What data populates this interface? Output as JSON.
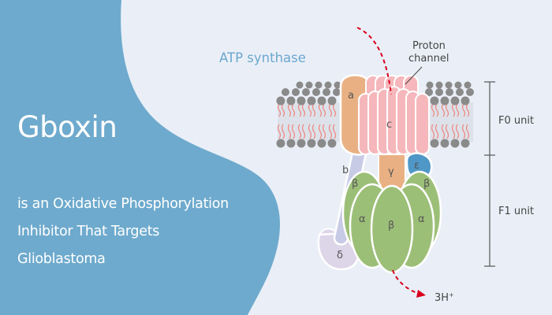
{
  "hero": {
    "title": "Gboxin",
    "subtitle_lines": [
      "is an Oxidative Phosphorylation",
      "Inhibitor That Targets",
      "Glioblastoma"
    ]
  },
  "diagram": {
    "title": "ATP synthase",
    "proton_channel_label": [
      "Proton",
      "channel"
    ],
    "units": {
      "f0": "F0 unit",
      "f1": "F1 unit"
    },
    "subunits": {
      "a": "a",
      "b": "b",
      "c": "c",
      "gamma": "γ",
      "epsilon": "ε",
      "delta": "δ",
      "alpha_left": "α",
      "alpha_right": "α",
      "beta_left": "β",
      "beta_right": "β",
      "beta_center": "β"
    },
    "product_label": "3H",
    "product_superscript": "+"
  },
  "colors": {
    "background": "#eaeff7",
    "blob": "#6eaacd",
    "title_blue": "#6ba7cf",
    "c_ring": "#f5b7bb",
    "a_subunit": "#e9b183",
    "gamma": "#e9b183",
    "b_stalk": "#c8cbe6",
    "delta": "#ddd5e8",
    "epsilon": "#4f97c6",
    "f1_green": "#9cbf78",
    "lipid_head": "#8a8a8a",
    "lipid_tail": "#ee8a84",
    "arrow_red": "#d9001b"
  }
}
